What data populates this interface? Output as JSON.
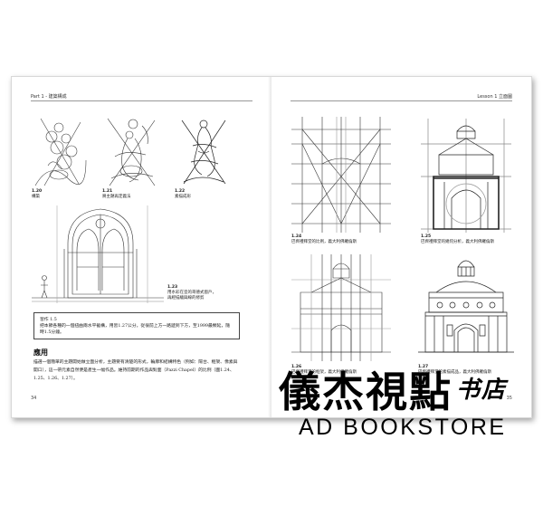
{
  "left_page": {
    "running_head": "Part 1 - 建築構成",
    "figures": [
      {
        "num": "1.20",
        "caption": "構築"
      },
      {
        "num": "1.21",
        "caption": "將主題再定義法"
      },
      {
        "num": "1.22",
        "caption": "素描成形"
      },
      {
        "num": "1.23",
        "caption": "用水彩在塗的哥德式窗戶，\n再經描繪與線的修剪"
      }
    ],
    "exercise": {
      "title": "習作 1.5",
      "text": "把本節各種的一個扭曲兩水平截構，用習1.27公分，從很前上方一路遞到下方，至1999最類延，隨時1.5分鐘。"
    },
    "section_heading": "應用",
    "body_text": "描選一個簡單的主題開始做立面分析，主題要有清楚的形式，輪廓和結構特色（例如：陽台、框架、像素與開口），這一帶元素自然便是產生一幅作品。維持前期的作品與對面（Pazzi Chapel）的比例（圖1.24、1.25、1.26、1.27）。",
    "page_number": "34"
  },
  "right_page": {
    "running_head": "Lesson 1  立面圖",
    "figures": [
      {
        "num": "1.24",
        "caption": "巴齊禮拜堂的比例，義大利佛羅倫斯"
      },
      {
        "num": "1.25",
        "caption": "巴齊禮拜堂的幾何分析，義大利佛羅倫斯"
      },
      {
        "num": "1.26",
        "caption": "巴齊禮拜堂的框架，義大利佛羅倫斯"
      },
      {
        "num": "1.27",
        "caption": "巴齊禮拜堂的素描成品，義大利佛羅倫斯"
      }
    ],
    "page_number": "35"
  },
  "watermark": {
    "chinese": "儀杰視點",
    "chinese_small": "书店",
    "english": "AD BOOKSTORE"
  }
}
